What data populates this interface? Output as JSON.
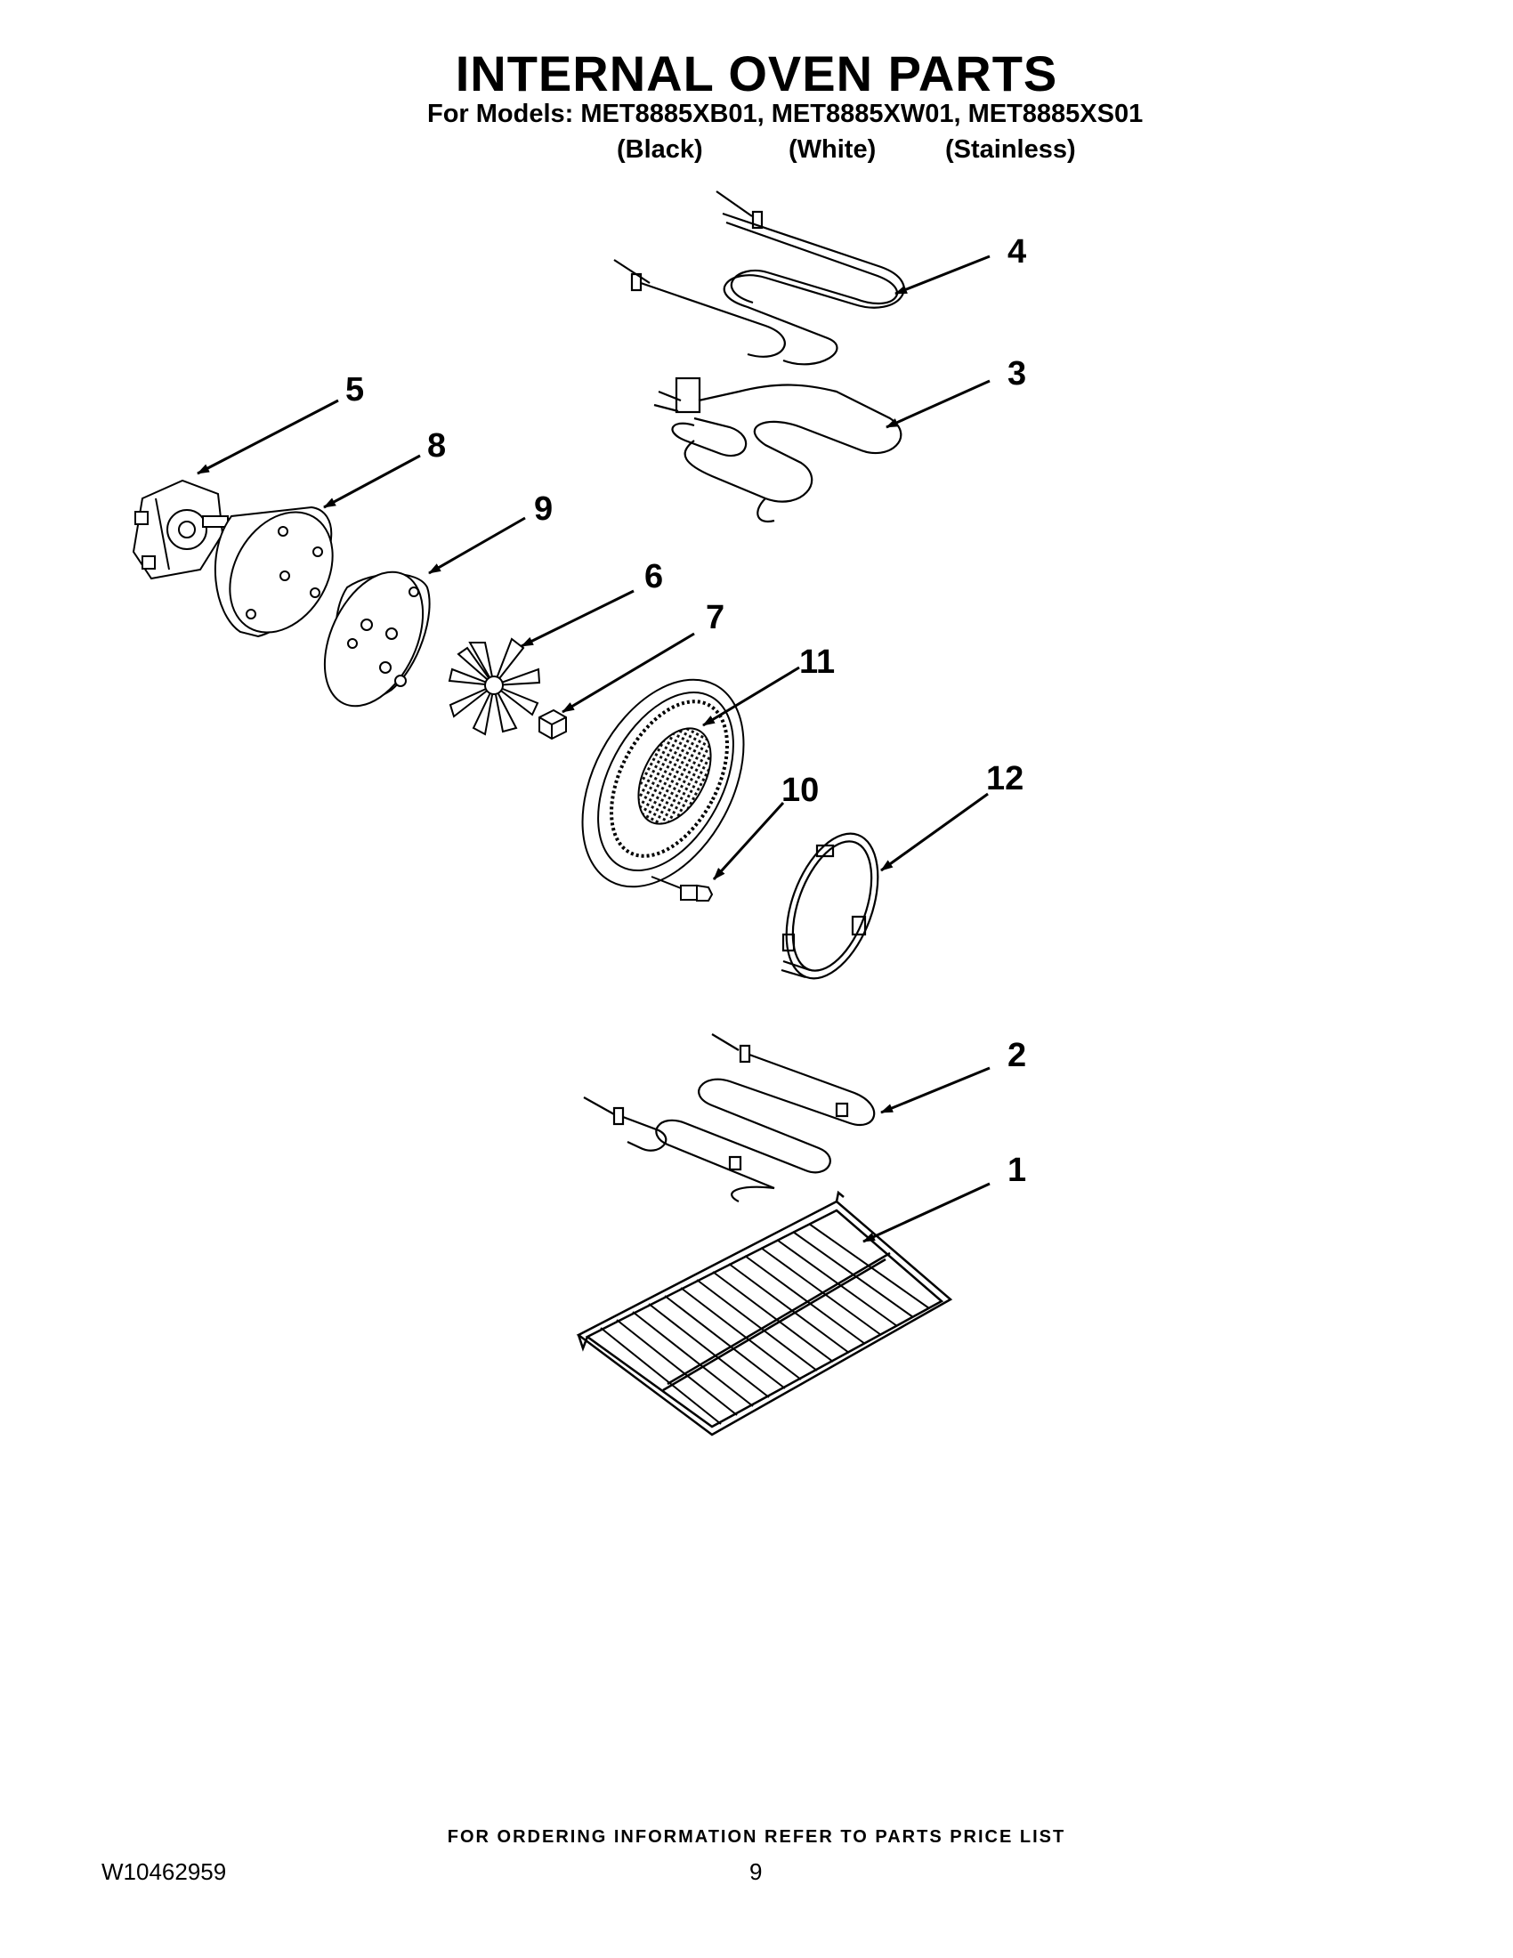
{
  "header": {
    "title": "INTERNAL OVEN PARTS",
    "models_line": "For Models: MET8885XB01, MET8885XW01, MET8885XS01",
    "variants": [
      "(Black)",
      "(White)",
      "(Stainless)"
    ]
  },
  "callouts": [
    "1",
    "2",
    "3",
    "4",
    "5",
    "6",
    "7",
    "8",
    "9",
    "10",
    "11",
    "12"
  ],
  "footer": {
    "note": "FOR ORDERING INFORMATION REFER TO PARTS PRICE LIST",
    "document_number": "W10462959",
    "page_number": "9"
  }
}
